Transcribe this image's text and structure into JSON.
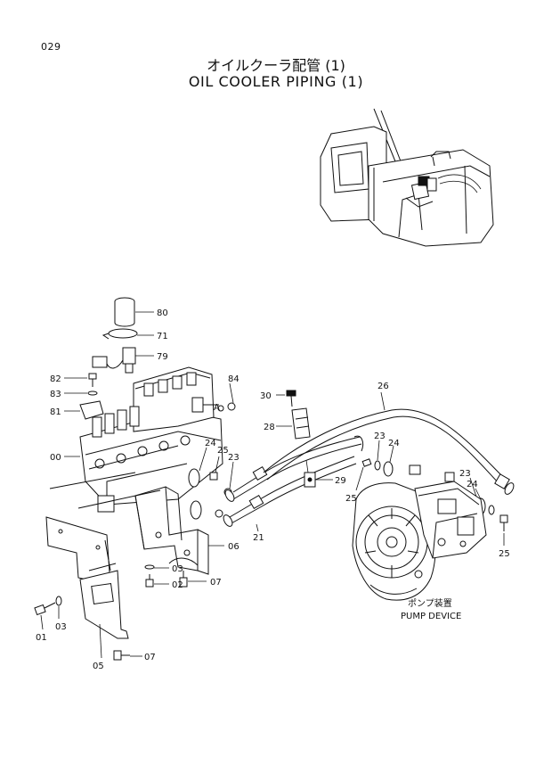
{
  "header": {
    "page_number": "029",
    "title_japanese": "オイルクーラ配管 (1)",
    "title_english": "OIL COOLER PIPING (1)"
  },
  "callouts": {
    "c80": "80",
    "c71": "71",
    "c79": "79",
    "c82": "82",
    "c83": "83",
    "c81": "81",
    "c84": "84",
    "cA": "A",
    "c00": "00",
    "c30": "30",
    "c26": "26",
    "c28": "28",
    "c24a": "24",
    "c25a": "25",
    "c23a": "23",
    "c23b": "23",
    "c24b": "24",
    "c29": "29",
    "c25b": "25",
    "c23c": "23",
    "c24c": "24",
    "c25c": "25",
    "c21": "21",
    "c06": "06",
    "c03a": "03",
    "c02": "02",
    "c07a": "07",
    "c01": "01",
    "c03b": "03",
    "c05": "05",
    "c07b": "07"
  },
  "captions": {
    "pump_device_jp": "ポンプ装置",
    "pump_device_en": "PUMP DEVICE"
  }
}
